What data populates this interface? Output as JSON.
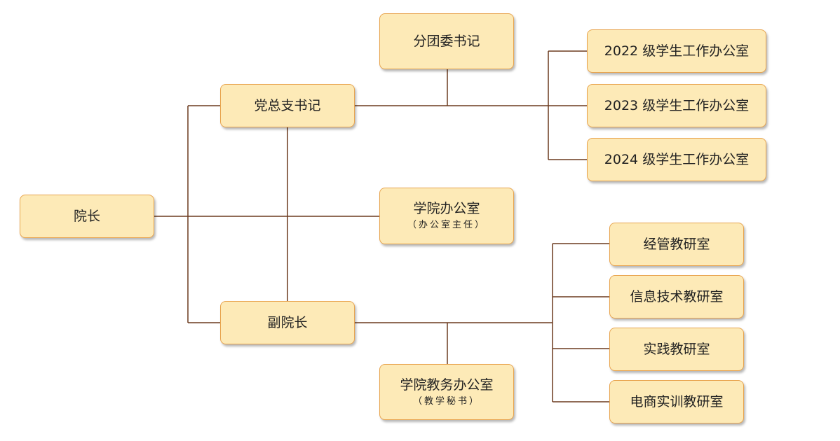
{
  "colors": {
    "node_fill": "#fdeab7",
    "node_border": "#e8a44e",
    "line": "#6b3a1f",
    "text": "#222222"
  },
  "nodes": {
    "dean": {
      "label": "院长"
    },
    "party_secretary": {
      "label": "党总支书记"
    },
    "vice_dean": {
      "label": "副院长"
    },
    "league_secretary": {
      "label": "分团委书记"
    },
    "college_office": {
      "label": "学院办公室",
      "sub": "（办公室主任）"
    },
    "academic_office": {
      "label": "学院教务办公室",
      "sub": "（教学秘书）"
    },
    "office_2022": {
      "label": "2022 级学生工作办公室"
    },
    "office_2023": {
      "label": "2023 级学生工作办公室"
    },
    "office_2024": {
      "label": "2024 级学生工作办公室"
    },
    "room_management": {
      "label": "经管教研室"
    },
    "room_it": {
      "label": "信息技术教研室"
    },
    "room_practice": {
      "label": "实践教研室"
    },
    "room_ecommerce": {
      "label": "电商实训教研室"
    }
  }
}
